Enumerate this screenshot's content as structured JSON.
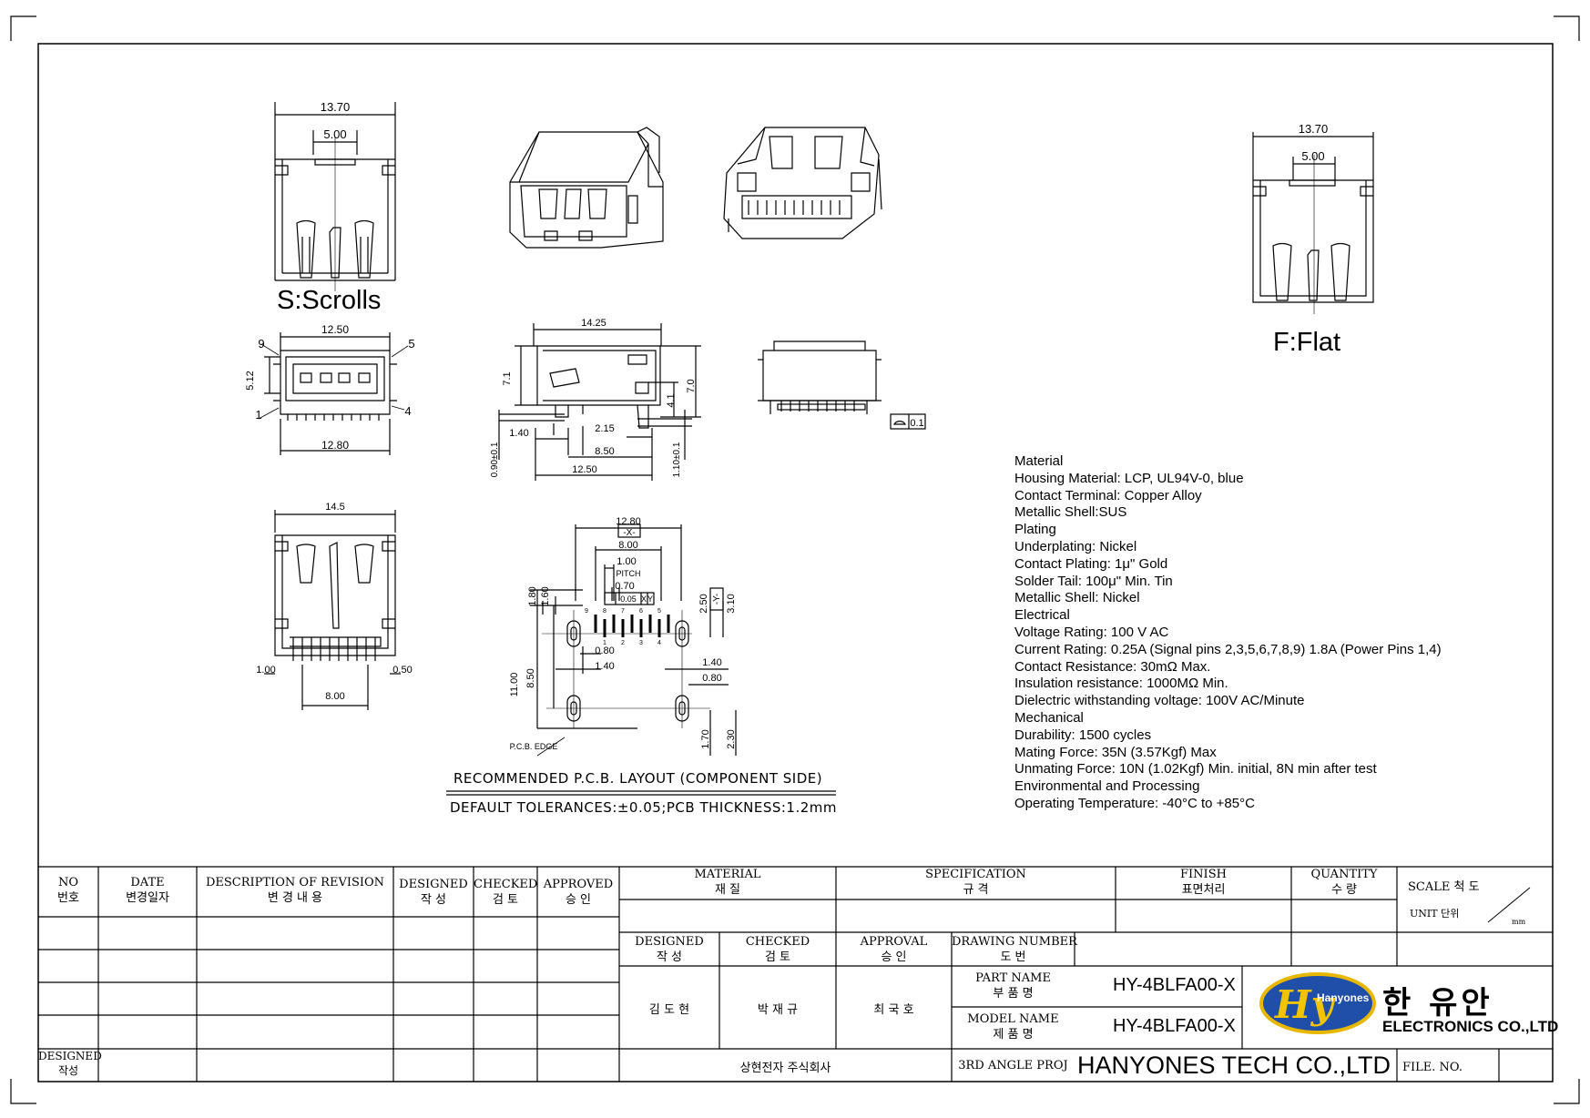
{
  "views": {
    "scrolls_label": "S:Scrolls",
    "flat_label": "F:Flat"
  },
  "dimensions": {
    "s_width": "13.70",
    "s_slot": "5.00",
    "f_width": "13.70",
    "f_slot": "5.00",
    "front_12_50": "12.50",
    "front_12_80": "12.80",
    "front_5_12": "5.12",
    "pin_9": "9",
    "pin_5": "5",
    "pin_1": "1",
    "pin_4": "4",
    "side_14_25": "14.25",
    "side_7_1": "7.1",
    "side_7_0": "7.0",
    "side_4_1": "4.1",
    "side_1_40": "1.40",
    "side_2_15": "2.15",
    "side_8_50": "8.50",
    "side_12_50": "12.50",
    "side_0_90": "0.90±0.1",
    "side_1_10": "1.10±0.1",
    "flatness": "0.1",
    "bottom_14_5": "14.5",
    "bottom_1_00": "1.00",
    "bottom_0_50": "0.50",
    "bottom_8_00": "8.00",
    "pcb_12_80": "12.80",
    "pcb_x": "-X-",
    "pcb_8_00": "8.00",
    "pcb_1_00": "1.00",
    "pcb_pitch": "PITCH",
    "pcb_0_70": "0.70",
    "pcb_tol": "0.05",
    "pcb_tol_x": "X",
    "pcb_tol_y": "Y",
    "pcb_1_80": "1.80",
    "pcb_1_60": "1.60",
    "pcb_2_50": "2.50",
    "pcb_y": "-Y-",
    "pcb_3_10": "3.10",
    "pcb_0_80a": "0.80",
    "pcb_1_40a": "1.40",
    "pcb_1_40b": "1.40",
    "pcb_0_80b": "0.80",
    "pcb_11_00": "11.00",
    "pcb_8_50": "8.50",
    "pcb_1_70": "1.70",
    "pcb_2_30": "2.30",
    "pcb_edge": "P.C.B. EDGE",
    "pin_top": [
      "9",
      "8",
      "7",
      "6",
      "5"
    ],
    "pin_bot": [
      "1",
      "2",
      "3",
      "4"
    ]
  },
  "notes": {
    "recommended": "RECOMMENDED P.C.B. LAYOUT (COMPONENT SIDE)",
    "tolerances": "DEFAULT TOLERANCES:±0.05;PCB THICKNESS:1.2mm"
  },
  "specs": [
    "Material",
    "Housing Material: LCP, UL94V-0, blue",
    "Contact Terminal: Copper Alloy",
    "Metallic Shell:SUS",
    "Plating",
    "Underplating: Nickel",
    "Contact Plating: 1μ\" Gold",
    "Solder Tail: 100μ\" Min. Tin",
    "Metallic Shell: Nickel",
    "Electrical",
    "Voltage Rating: 100 V AC",
    "Current Rating: 0.25A (Signal pins 2,3,5,6,7,8,9) 1.8A (Power Pins 1,4)",
    "Contact Resistance: 30mΩ Max.",
    "Insulation resistance: 1000MΩ Min.",
    "Dielectric withstanding voltage: 100V AC/Minute",
    "Mechanical",
    "Durability: 1500 cycles",
    "Mating Force: 35N (3.57Kgf) Max",
    "Unmating Force: 10N (1.02Kgf) Min. initial, 8N min after test",
    "Environmental and Processing",
    "Operating Temperature: -40°C to +85°C"
  ],
  "title_block": {
    "no": "NO",
    "no_kr": "번호",
    "date": "DATE",
    "date_kr": "변경일자",
    "desc": "DESCRIPTION OF REVISION",
    "desc_kr": "변 경 내 용",
    "designed": "DESIGNED",
    "designed_kr": "작  성",
    "checked": "CHECKED",
    "checked_kr": "검  토",
    "approved": "APPROVED",
    "approved_kr": "승 인",
    "material": "MATERIAL",
    "material_kr": "재 질",
    "specification": "SPECIFICATION",
    "specification_kr": "규  격",
    "finish": "FINISH",
    "finish_kr": "표면처리",
    "quantity": "QUANTITY",
    "quantity_kr": "수  량",
    "scale": "SCALE 척 도",
    "unit": "UNIT 단위",
    "unit_mm": "mm",
    "designed2": "DESIGNED",
    "designed2_kr": "작  성",
    "checked2": "CHECKED",
    "checked2_kr": "검  토",
    "approval": "APPROVAL",
    "approval_kr": "승  인",
    "drawing_number": "DRAWING NUMBER",
    "drawing_number_kr": "도    번",
    "designer_name": "김 도 현",
    "checker_name": "박 재 규",
    "approver_name": "최 국 호",
    "part_name": "PART NAME",
    "part_name_kr": "부 품 명",
    "model_name": "MODEL NAME",
    "model_name_kr": "제 품 명",
    "part_value": "HY-4BLFA00-X",
    "model_value": "HY-4BLFA00-X",
    "corp": "상현전자 주식회사",
    "angle": "3RD ANGLE PROJ",
    "company": "HANYONES TECH CO.,LTD",
    "file_no": "FILE. NO.",
    "designed_left": "DESIGNED",
    "designed_left_kr": "작성"
  },
  "logo": {
    "mark": "Hy",
    "brand": "Hanyones",
    "korean": "한 유안",
    "english": "ELECTRONICS CO.,LTD"
  }
}
